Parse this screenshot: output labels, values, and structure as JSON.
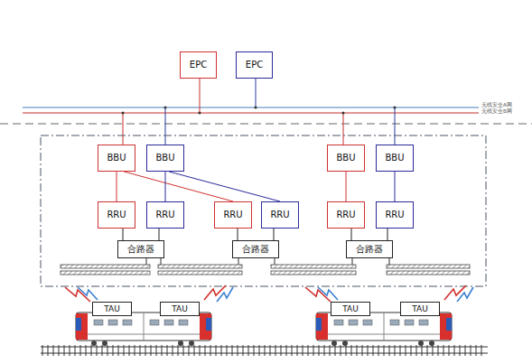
{
  "diagram": {
    "nodes": [
      {
        "text": [
          "EPC"
        ]
      },
      {
        "text": [
          "EPC"
        ]
      },
      {
        "text": [
          "BBU"
        ]
      },
      {
        "text": [
          "BBU"
        ]
      },
      {
        "text": [
          "BBU"
        ]
      },
      {
        "text": [
          "BBU"
        ]
      },
      {
        "text": [
          "RRU"
        ]
      },
      {
        "text": [
          "RRU"
        ]
      },
      {
        "text": [
          "RRU"
        ]
      },
      {
        "text": [
          "RRU"
        ]
      },
      {
        "text": [
          "RRU"
        ]
      },
      {
        "text": [
          "RRU"
        ]
      },
      {
        "text": [
          "合路器"
        ]
      },
      {
        "text": [
          "合路器"
        ]
      },
      {
        "text": [
          "合路器"
        ]
      },
      {
        "text": [
          "TAU"
        ]
      },
      {
        "text": [
          "TAU"
        ]
      },
      {
        "text": [
          "TAU"
        ]
      },
      {
        "text": [
          "TAU"
        ]
      }
    ],
    "edges": [
      {
        "from": 2,
        "to": 6,
        "arrow": "none"
      },
      {
        "from": 2,
        "to": 8,
        "arrow": "none"
      },
      {
        "from": 3,
        "to": 7,
        "arrow": "none"
      },
      {
        "from": 3,
        "to": 9,
        "arrow": "none"
      },
      {
        "from": 4,
        "to": 10,
        "arrow": "none"
      },
      {
        "from": 5,
        "to": 11,
        "arrow": "none"
      },
      {
        "from": 6,
        "to": 12,
        "arrow": "none"
      },
      {
        "from": 7,
        "to": 12,
        "arrow": "none"
      },
      {
        "from": 8,
        "to": 13,
        "arrow": "none"
      },
      {
        "from": 9,
        "to": 13,
        "arrow": "none"
      },
      {
        "from": 10,
        "to": 14,
        "arrow": "none"
      },
      {
        "from": 11,
        "to": 14,
        "arrow": "none"
      }
    ],
    "labels": [
      "无线安全A网",
      "无线安全B网"
    ]
  }
}
